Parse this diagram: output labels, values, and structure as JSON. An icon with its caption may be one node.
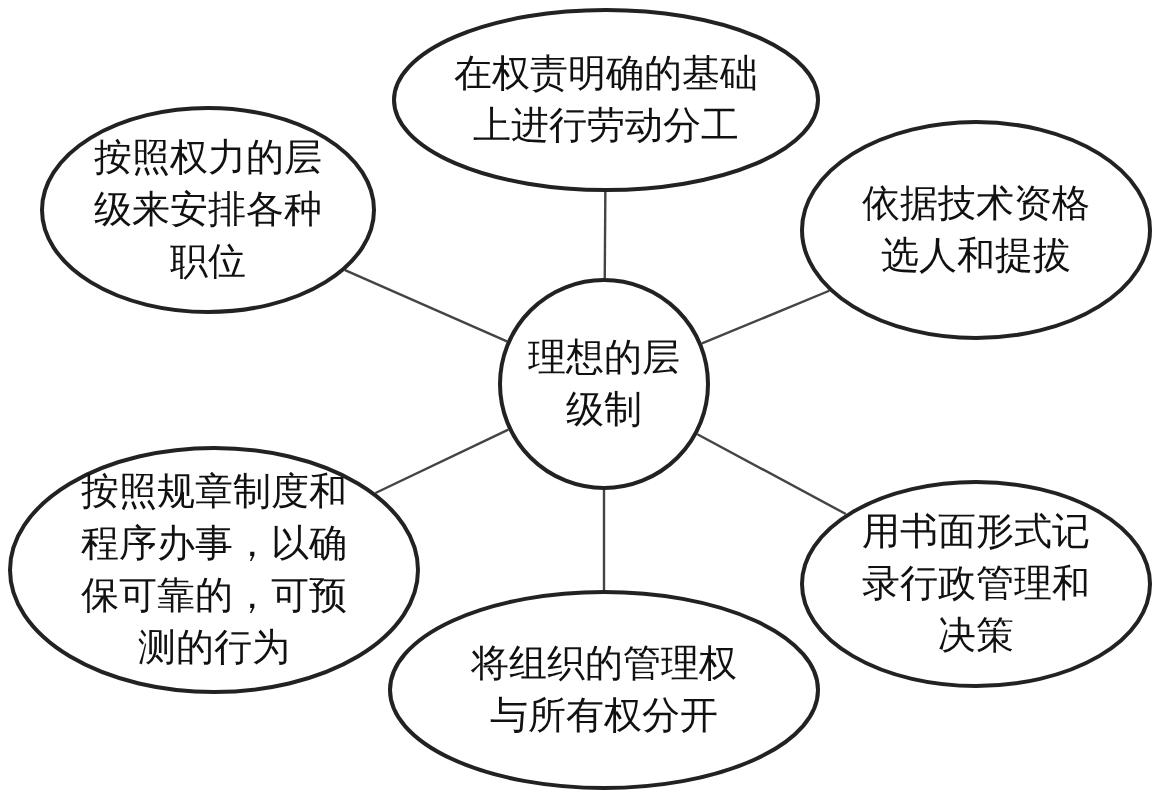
{
  "diagram": {
    "nodes": [
      {
        "text": [
          "在权责明确的基础上进行劳动分工"
        ]
      },
      {
        "text": [
          "按照权力的层级来安排各种职位"
        ]
      },
      {
        "text": [
          "依据技术资格选人和提拔"
        ]
      },
      {
        "text": [
          "理想的层级制"
        ]
      },
      {
        "text": [
          "按照规章制度和程序办事，以确保可靠的，可预测的行为"
        ]
      },
      {
        "text": [
          "用书面形式记录行政管理和决策"
        ]
      },
      {
        "text": [
          "将组织的管理权与所有权分开"
        ]
      }
    ],
    "edges": [
      {
        "from": 3,
        "to": 0,
        "arrow": "none"
      },
      {
        "from": 3,
        "to": 1,
        "arrow": "none"
      },
      {
        "from": 3,
        "to": 2,
        "arrow": "none"
      },
      {
        "from": 3,
        "to": 4,
        "arrow": "none"
      },
      {
        "from": 3,
        "to": 5,
        "arrow": "none"
      },
      {
        "from": 3,
        "to": 6,
        "arrow": "none"
      }
    ]
  }
}
